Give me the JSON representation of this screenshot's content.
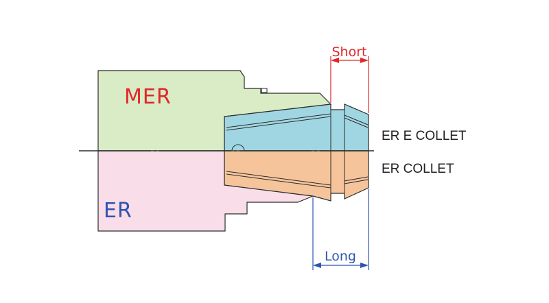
{
  "labels": {
    "mer": "MER",
    "er": "ER",
    "short": "Short",
    "long": "Long",
    "er_e_collet": "ER E COLLET",
    "er_collet": "ER COLLET"
  },
  "colors": {
    "mer_body": "#d9ecc5",
    "er_body": "#f9dde9",
    "er_e_collet": "#9fd6e2",
    "er_collet": "#f6c49b",
    "mer_text": "#e0262b",
    "er_text": "#2f54b0",
    "short_dim": "#e0262b",
    "long_dim": "#2f54b0",
    "outline": "#2b2b2b"
  }
}
